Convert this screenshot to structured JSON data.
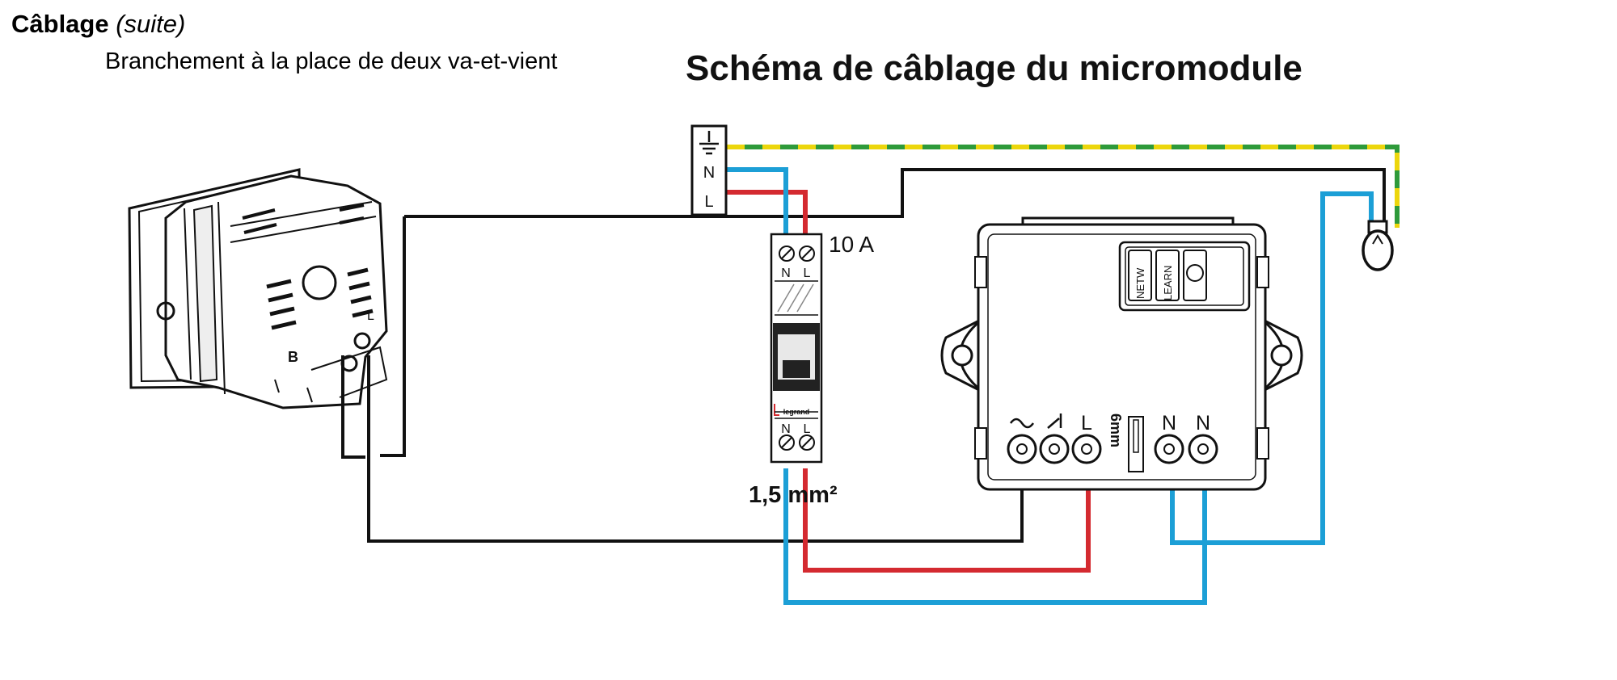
{
  "header": {
    "title_bold": "Câblage",
    "title_italic": "(suite)"
  },
  "subtitle": "Branchement à la place de deux va-et-vient",
  "main_title": "Schéma de câblage du micromodule",
  "supply_block": {
    "earth_symbol": "⏚",
    "neutral": "N",
    "line": "L"
  },
  "breaker": {
    "rating": "10 A",
    "top_n": "N",
    "top_l": "L",
    "bottom_n": "N",
    "bottom_l": "L",
    "brand": "legrand",
    "wire_section": "1,5 mm²"
  },
  "micromodule": {
    "button_netw": "NETW",
    "button_learn": "LEARN",
    "terminal_l": "L",
    "terminal_n1": "N",
    "terminal_n2": "N",
    "strip_length": "6mm"
  },
  "switch": {
    "marking_b": "B",
    "marking_l": "L"
  },
  "colors": {
    "line": "#d42a30",
    "neutral": "#1c9fd6",
    "earth_green": "#2e9a3a",
    "earth_yellow": "#ecd60c",
    "control": "#111111"
  }
}
